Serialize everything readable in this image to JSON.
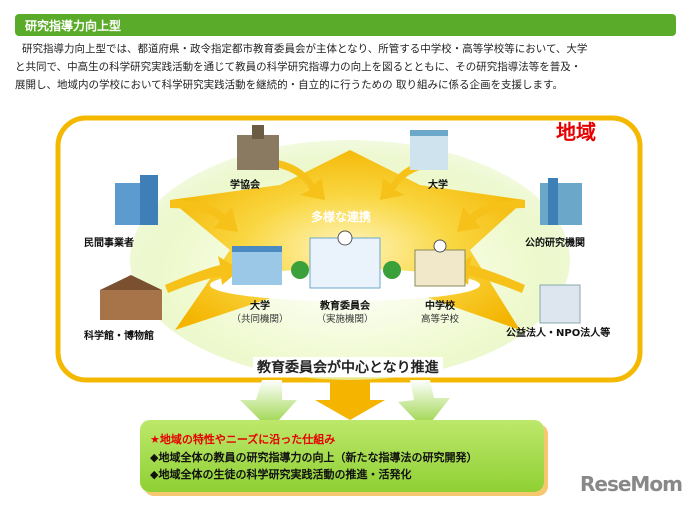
{
  "header": {
    "title": "研究指導力向上型"
  },
  "description": [
    "研究指導力向上型では、都道府県・政令指定都市教育委員会が主体となり、所管する中学校・高等学校等において、大学",
    "と共同で、中高生の科学研究実践活動を通じて教員の科学研究指導力の向上を図るとともに、その研究指導法等を普及・",
    "展開し、地域内の学校において科学研究実践活動を継続的・自立的に行うための 取り組みに係る企画を支援します。"
  ],
  "diagram": {
    "region_label": "地域",
    "collaboration_label": "多様な連携",
    "outer_partners": [
      "学協会",
      "大学",
      "民間事業者",
      "公的研究機関",
      "科学館・博物館",
      "公益法人・NPO法人等"
    ],
    "core": [
      {
        "name": "大学",
        "role": "（共同機関）"
      },
      {
        "name": "教育委員会",
        "role": "（実施機関）"
      },
      {
        "name": "中学校",
        "role": "高等学校"
      }
    ],
    "center_caption": "教育委員会が中心となり推進",
    "outcomes": {
      "heading": "★地域の特性やニーズに沿った仕組み",
      "items": [
        "◆地域全体の教員の研究指導力の向上（新たな指導法の研究開発）",
        "◆地域全体の生徒の科学研究実践活動の推進・活発化"
      ]
    }
  },
  "logo": "ReseMom",
  "colors": {
    "title_bar": "#5aab2a",
    "region_border": "#f5b800",
    "region_label": "#e60000",
    "center": "#f7c21a",
    "outcome_box": "#a5dc4a"
  }
}
